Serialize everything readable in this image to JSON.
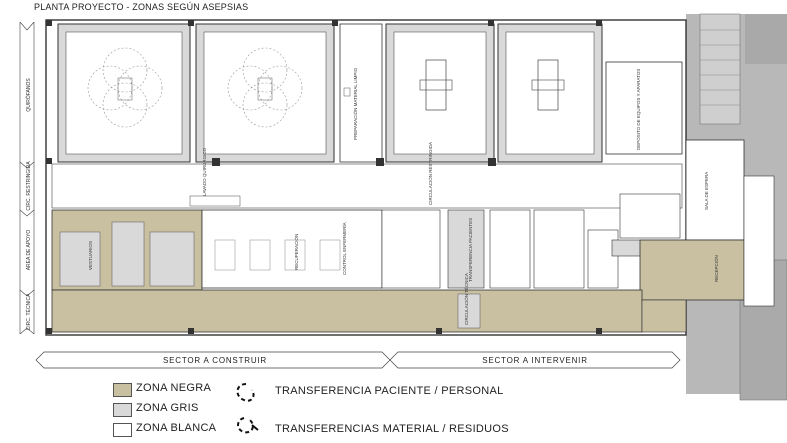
{
  "title": "PLANTA PROYECTO - ZONAS SEGÚN ASEPSIAS",
  "left_axis_labels": [
    "QUIRÓFANOS",
    "CIRC. RESTRINGIDA",
    "AREA DE APOYO",
    "CIRC. TÉCNICA"
  ],
  "sectors": {
    "construir": "SECTOR A CONSTRUIR",
    "intervenir": "SECTOR A INTERVENIR"
  },
  "legend": {
    "zones": [
      {
        "label": "ZONA NEGRA",
        "color": "#c9bfa1"
      },
      {
        "label": "ZONA GRIS",
        "color": "#d9d9d9"
      },
      {
        "label": "ZONA BLANCA",
        "color": "#ffffff"
      }
    ],
    "transfers": [
      {
        "label": "TRANSFERENCIA PACIENTE / PERSONAL",
        "icon": "dashed-loop-icon"
      },
      {
        "label": "TRANSFERENCIAS MATERIAL / RESIDUOS",
        "icon": "dashed-cross-loop-icon"
      }
    ]
  },
  "rooms": {
    "recuperacion": "RECUPERACIÓN",
    "control_enfermeria": "CONTROL ENFERMERÍA",
    "lavado_quirurgico": "LAVADO QUIRÚRGICO",
    "preparacion": "PREPARACIÓN MATERIAL LIMPIO",
    "circulacion_restringida": "CIRCULACIÓN RESTRINGIDA",
    "circulacion_tecnica": "CIRCULACIÓN TÉCNICA",
    "transferencia": "TRANSFERENCIA PACIENTES",
    "sala_espera": "SALA DE ESPERA",
    "recepcion": "RECEPCIÓN",
    "deposito": "DEPÓSITO DE EQUIPOS Y APARATOS",
    "vestuarios": "VESTUARIOS"
  }
}
